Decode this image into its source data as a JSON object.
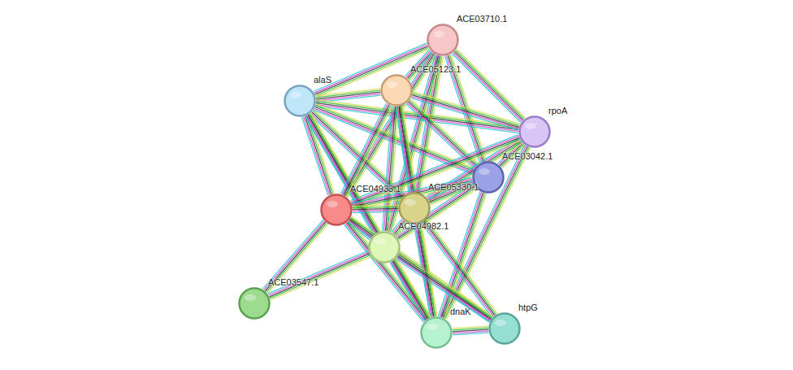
{
  "diagram": {
    "nodes": [
      {
        "text": [
          "ACE03710.1"
        ]
      },
      {
        "text": [
          "ACE05123.1"
        ]
      },
      {
        "text": [
          "alaS"
        ]
      },
      {
        "text": [
          "rpoA"
        ]
      },
      {
        "text": [
          "ACE03042.1"
        ]
      },
      {
        "text": [
          "ACE04933.1"
        ]
      },
      {
        "text": [
          "ACE05330.1"
        ]
      },
      {
        "text": [
          "ACE04982.1"
        ]
      },
      {
        "text": [
          "ACE03547.1"
        ]
      },
      {
        "text": [
          "dnaK"
        ]
      },
      {
        "text": [
          "htpG"
        ]
      }
    ],
    "edges": [
      {
        "from": 0,
        "to": 2,
        "arrow": "none"
      },
      {
        "from": 0,
        "to": 1,
        "arrow": "none"
      },
      {
        "from": 0,
        "to": 3,
        "arrow": "none"
      },
      {
        "from": 0,
        "to": 4,
        "arrow": "none"
      },
      {
        "from": 0,
        "to": 5,
        "arrow": "none"
      },
      {
        "from": 0,
        "to": 6,
        "arrow": "none"
      },
      {
        "from": 0,
        "to": 7,
        "arrow": "none"
      },
      {
        "from": 2,
        "to": 1,
        "arrow": "none"
      },
      {
        "from": 2,
        "to": 3,
        "arrow": "none"
      },
      {
        "from": 2,
        "to": 5,
        "arrow": "none"
      },
      {
        "from": 2,
        "to": 6,
        "arrow": "none"
      },
      {
        "from": 2,
        "to": 7,
        "arrow": "none"
      },
      {
        "from": 2,
        "to": 4,
        "arrow": "none"
      },
      {
        "from": 2,
        "to": 9,
        "arrow": "none"
      },
      {
        "from": 1,
        "to": 3,
        "arrow": "none"
      },
      {
        "from": 1,
        "to": 5,
        "arrow": "none"
      },
      {
        "from": 1,
        "to": 6,
        "arrow": "none"
      },
      {
        "from": 1,
        "to": 7,
        "arrow": "none"
      },
      {
        "from": 1,
        "to": 4,
        "arrow": "none"
      },
      {
        "from": 1,
        "to": 9,
        "arrow": "none"
      },
      {
        "from": 3,
        "to": 4,
        "arrow": "none"
      },
      {
        "from": 3,
        "to": 6,
        "arrow": "none"
      },
      {
        "from": 3,
        "to": 5,
        "arrow": "none"
      },
      {
        "from": 3,
        "to": 9,
        "arrow": "none"
      },
      {
        "from": 4,
        "to": 5,
        "arrow": "none"
      },
      {
        "from": 4,
        "to": 6,
        "arrow": "none"
      },
      {
        "from": 4,
        "to": 7,
        "arrow": "none"
      },
      {
        "from": 4,
        "to": 9,
        "arrow": "none"
      },
      {
        "from": 5,
        "to": 6,
        "arrow": "none"
      },
      {
        "from": 5,
        "to": 7,
        "arrow": "none"
      },
      {
        "from": 5,
        "to": 8,
        "arrow": "none"
      },
      {
        "from": 5,
        "to": 9,
        "arrow": "none"
      },
      {
        "from": 5,
        "to": 10,
        "arrow": "none"
      },
      {
        "from": 6,
        "to": 7,
        "arrow": "none"
      },
      {
        "from": 6,
        "to": 9,
        "arrow": "none"
      },
      {
        "from": 6,
        "to": 10,
        "arrow": "none"
      },
      {
        "from": 7,
        "to": 9,
        "arrow": "none"
      },
      {
        "from": 7,
        "to": 10,
        "arrow": "none"
      },
      {
        "from": 7,
        "to": 8,
        "arrow": "none"
      },
      {
        "from": 9,
        "to": 10,
        "arrow": "none"
      }
    ]
  }
}
